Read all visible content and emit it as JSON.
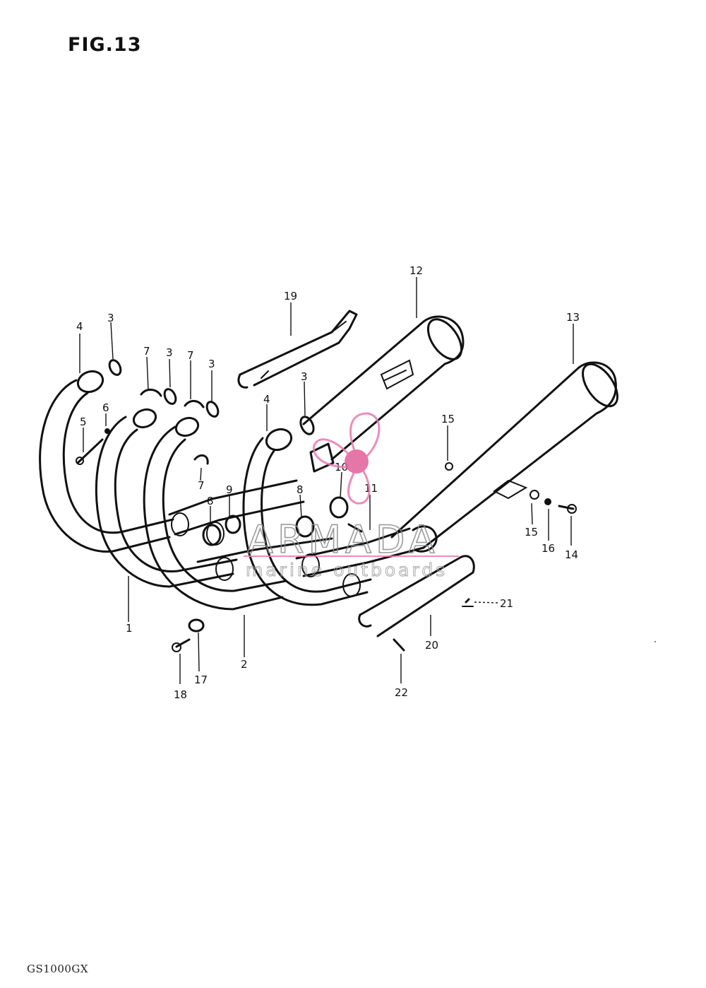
{
  "figure": {
    "title": "FIG.13",
    "model_code": "GS1000GX"
  },
  "watermark": {
    "brand": "ARMADA",
    "tagline": "marine outboards",
    "accent_color": "#e87ab0",
    "hub_color": "#e0609a",
    "text_color": "#8a8a8a"
  },
  "callouts": [
    {
      "id": "c-4a",
      "text": "4"
    },
    {
      "id": "c-3a",
      "text": "3"
    },
    {
      "id": "c-7a",
      "text": "7"
    },
    {
      "id": "c-3b",
      "text": "3"
    },
    {
      "id": "c-7b",
      "text": "7"
    },
    {
      "id": "c-3c",
      "text": "3"
    },
    {
      "id": "c-19",
      "text": "19"
    },
    {
      "id": "c-12",
      "text": "12"
    },
    {
      "id": "c-13",
      "text": "13"
    },
    {
      "id": "c-6",
      "text": "6"
    },
    {
      "id": "c-5",
      "text": "5"
    },
    {
      "id": "c-7c",
      "text": "7"
    },
    {
      "id": "c-3d",
      "text": "3"
    },
    {
      "id": "c-4b",
      "text": "4"
    },
    {
      "id": "c-10",
      "text": "10"
    },
    {
      "id": "c-15a",
      "text": "15"
    },
    {
      "id": "c-8a",
      "text": "8"
    },
    {
      "id": "c-9",
      "text": "9"
    },
    {
      "id": "c-8b",
      "text": "8"
    },
    {
      "id": "c-11",
      "text": "11"
    },
    {
      "id": "c-15b",
      "text": "15"
    },
    {
      "id": "c-16",
      "text": "16"
    },
    {
      "id": "c-14",
      "text": "14"
    },
    {
      "id": "c-1",
      "text": "1"
    },
    {
      "id": "c-21",
      "text": "21"
    },
    {
      "id": "c-2",
      "text": "2"
    },
    {
      "id": "c-20",
      "text": "20"
    },
    {
      "id": "c-17",
      "text": "17"
    },
    {
      "id": "c-18",
      "text": "18"
    },
    {
      "id": "c-22",
      "text": "22"
    }
  ]
}
